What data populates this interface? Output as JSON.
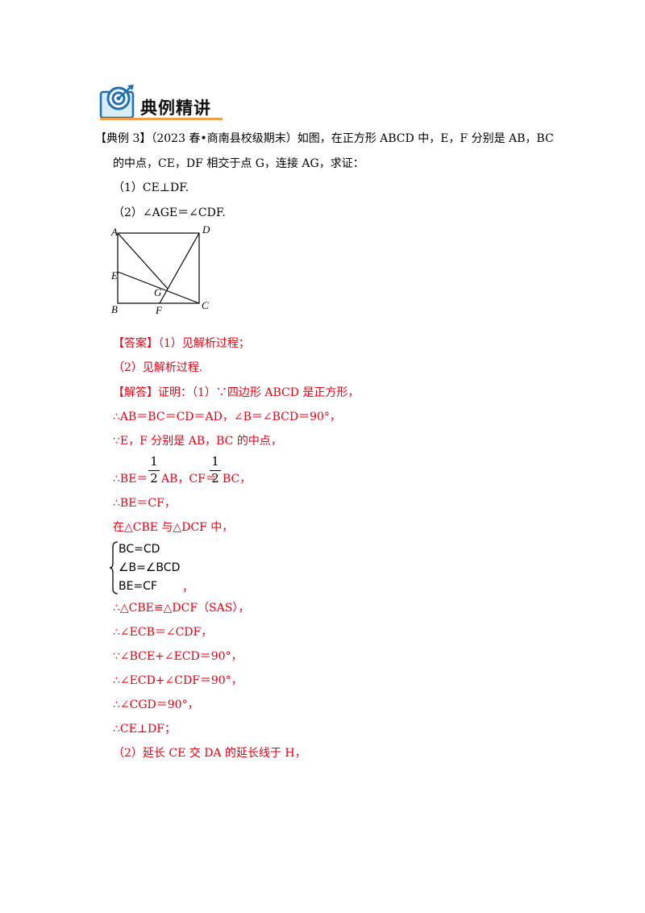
{
  "heading": {
    "title": "典例精讲",
    "icon": "target-icon"
  },
  "problem": {
    "line1": "【典例 3】（2023 春•商南县校级期末）如图，在正方形 ABCD 中，E，F 分别是 AB，BC",
    "line2": "的中点，CE，DF 相交于点 G，连接 AG，求证：",
    "q1": "（1）CE⊥DF.",
    "q2": "（2）∠AGE＝∠CDF."
  },
  "figure": {
    "labels": {
      "A": "A",
      "D": "D",
      "E": "E",
      "G": "G",
      "B": "B",
      "F": "F",
      "C": "C"
    }
  },
  "answer": {
    "a1": "【答案】（1）见解析过程；",
    "a2": "（2）见解析过程."
  },
  "solution": {
    "s1": "【解答】证明：（1）∵四边形 ABCD 是正方形，",
    "s2": "∴AB＝BC＝CD＝AD，∠B＝∠BCD＝90°，",
    "s3": "∵E，F 分别是 AB，BC 的中点，",
    "frac_num1": "1",
    "frac_den1": "2",
    "frac_num2": "1",
    "frac_den2": "2",
    "s4a": "∴BE＝",
    "s4b": "AB，CF＝",
    "s4c": "BC，",
    "s5": "∴BE＝CF，",
    "s6": "在△CBE 与△DCF 中，",
    "sys1": "BC=CD",
    "sys2": "∠B=∠BCD",
    "sys3": "BE=CF",
    "sys_comma": "，",
    "s7": "∴△CBE≌△DCF（SAS），",
    "s8": "∴∠ECB＝∠CDF，",
    "s9": "∵∠BCE+∠ECD＝90°，",
    "s10": "∴∠ECD+∠CDF＝90°，",
    "s11": "∴∠CGD＝90°，",
    "s12": "∴CE⊥DF；",
    "s13": "（2）延长 CE 交 DA 的延长线于 H，"
  }
}
